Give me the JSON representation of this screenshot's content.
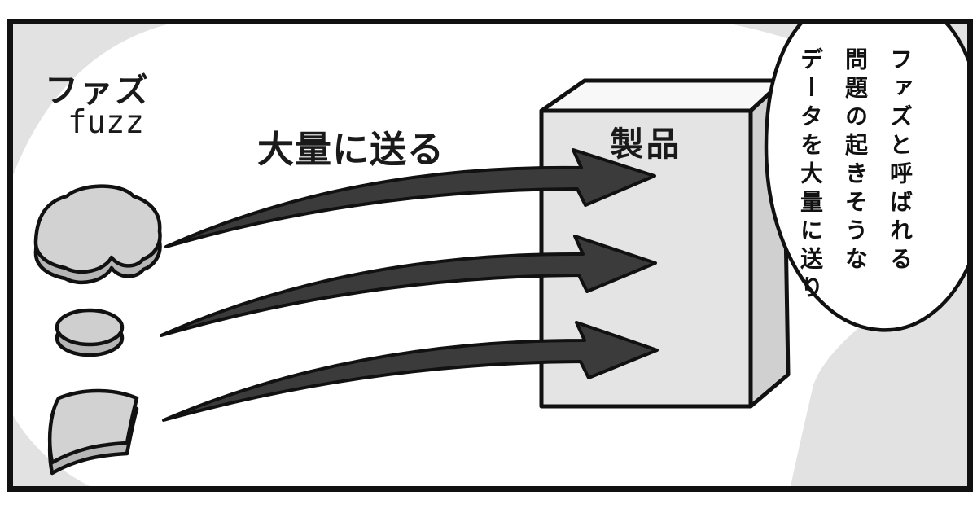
{
  "panel": {
    "fuzz_label_jp": "ファズ",
    "fuzz_label_en": "fuzz",
    "action_label": "大量に送る",
    "product_box_label": "製品",
    "speech_bubble_text": "ファズと呼ばれる\n問題の起きそうな\nデータを大量に送り"
  },
  "graphics": {
    "fuzz_shape_icons": [
      "cloud-blob-icon",
      "disk-blob-icon",
      "sheet-blob-icon"
    ],
    "arrow_icons": [
      "curved-arrow-icon-top",
      "curved-arrow-icon-middle",
      "curved-arrow-icon-bottom"
    ],
    "colors": {
      "panel_bg": "#ffffff",
      "vignette_gray": "#e2e2e2",
      "blob_top": "#d2d2d2",
      "blob_side": "#b6b6b6",
      "box_front": "#e4e4e4",
      "box_top": "#f8f8f8",
      "box_side": "#d0d0d0",
      "arrow_fill": "#3b3b3b",
      "outline": "#111111",
      "bubble_fill": "#ffffff"
    }
  }
}
